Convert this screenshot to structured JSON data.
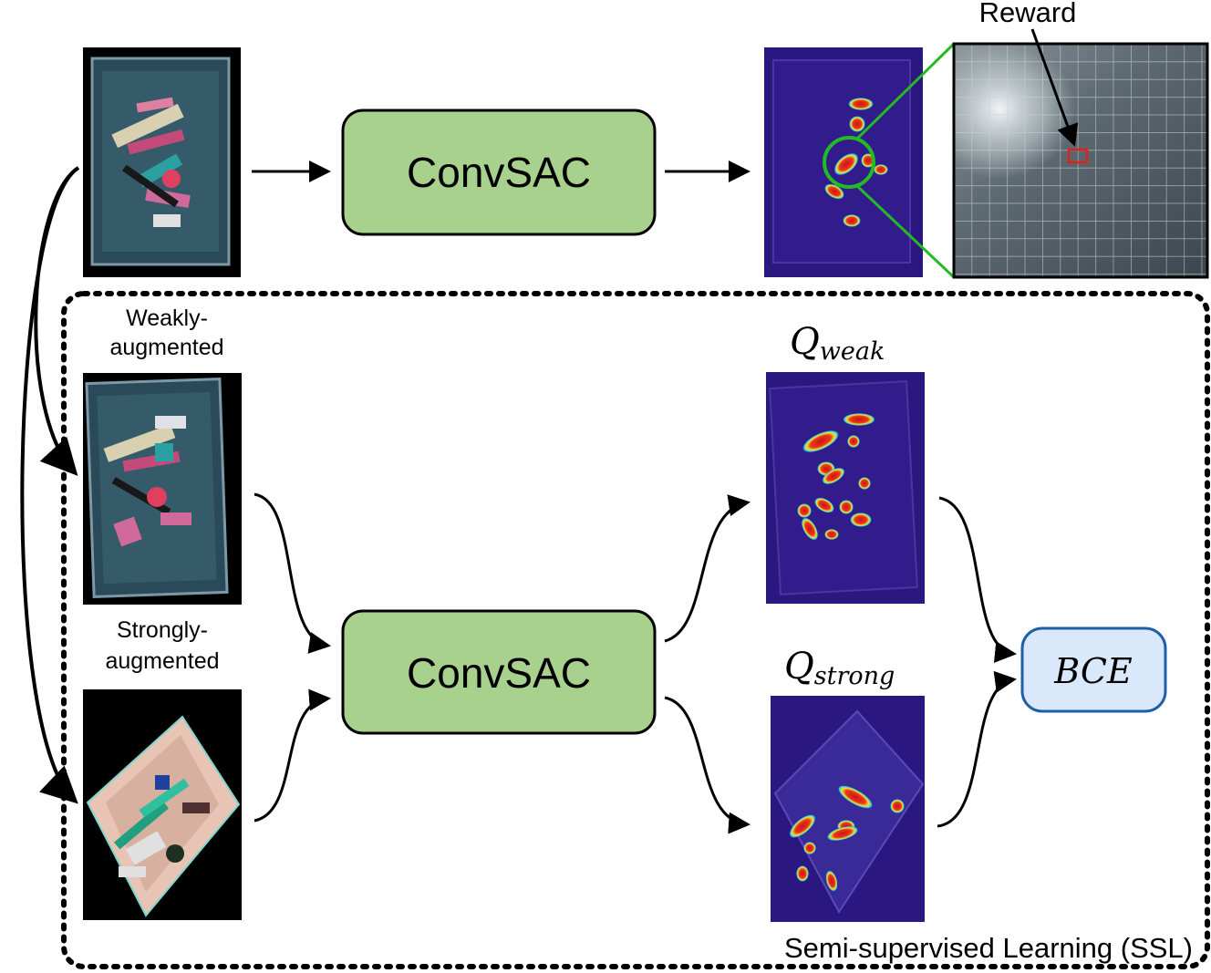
{
  "diagram": {
    "reward_label": "Reward",
    "top_network_label": "ConvSAC",
    "bottom_network_label": "ConvSAC",
    "weak_aug_label_line1": "Weakly-",
    "weak_aug_label_line2": "augmented",
    "strong_aug_label_line1": "Strongly-",
    "strong_aug_label_line2": "augmented",
    "q_weak_main": "Q",
    "q_weak_sub": "weak",
    "q_strong_main": "Q",
    "q_strong_sub": "strong",
    "loss_label": "BCE",
    "ssl_region_label": "Semi-supervised Learning (SSL)"
  },
  "colors": {
    "network_fill": "#a9d18e",
    "loss_fill": "#dae8fc",
    "loss_stroke": "#1f5fa8",
    "zoom_lines": "#22bb22",
    "reward_cell": "#e0201c",
    "heatmap_bg": "#2a1780"
  },
  "icons": {
    "input_image": "bin-of-cosmetic-products-photo",
    "weak_image": "weakly-augmented-bin-photo",
    "strong_image": "strongly-augmented-bin-photo",
    "q_heatmap": "q-value-heatmap",
    "zoom_grid": "zoomed-reward-grid"
  }
}
